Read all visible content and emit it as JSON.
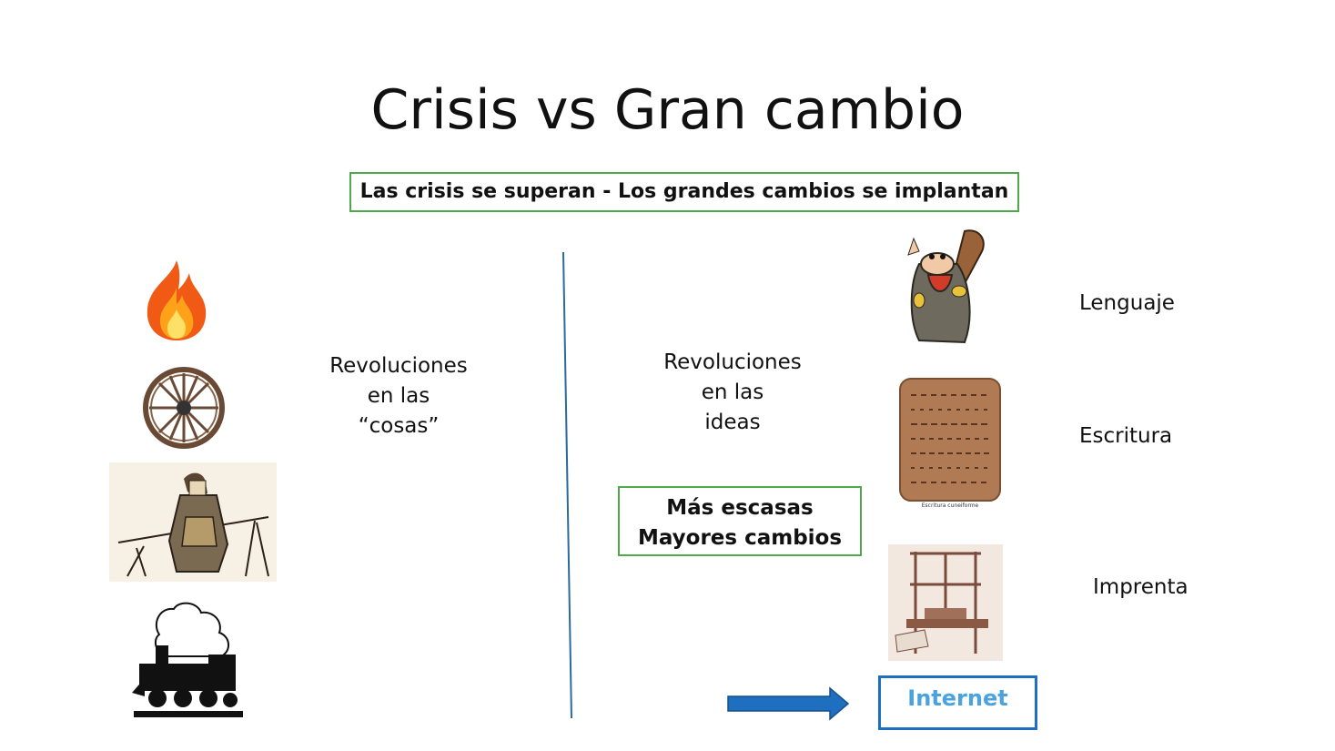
{
  "slide": {
    "title": "Crisis vs Gran cambio",
    "tagline": "Las crisis se superan - Los grandes cambios se implantan"
  },
  "left": {
    "caption_lines": [
      "Revoluciones",
      "en las",
      "“cosas”"
    ],
    "images": [
      "fire-icon",
      "wheel-icon",
      "warrior-with-gun-icon",
      "steam-locomotive-icon"
    ]
  },
  "right": {
    "caption_lines": [
      "Revoluciones",
      "en las",
      "ideas"
    ],
    "emphasis_lines": [
      "Más escasas",
      "Mayores cambios"
    ],
    "items": [
      {
        "label": "Lenguaje",
        "image": "caveman-icon"
      },
      {
        "label": "Escritura",
        "image": "cuneiform-tablet-icon",
        "image_caption": "Escritura cuneiforme"
      },
      {
        "label": "Imprenta",
        "image": "printing-press-icon"
      }
    ],
    "arrow": "right-arrow-icon",
    "highlight": "Internet"
  },
  "colors": {
    "green_border": "#4fa84a",
    "blue_border": "#1f6fc0",
    "internet_text": "#4aa3df",
    "arrow": "#1f6fc0",
    "divider": "#2a6a9c"
  }
}
